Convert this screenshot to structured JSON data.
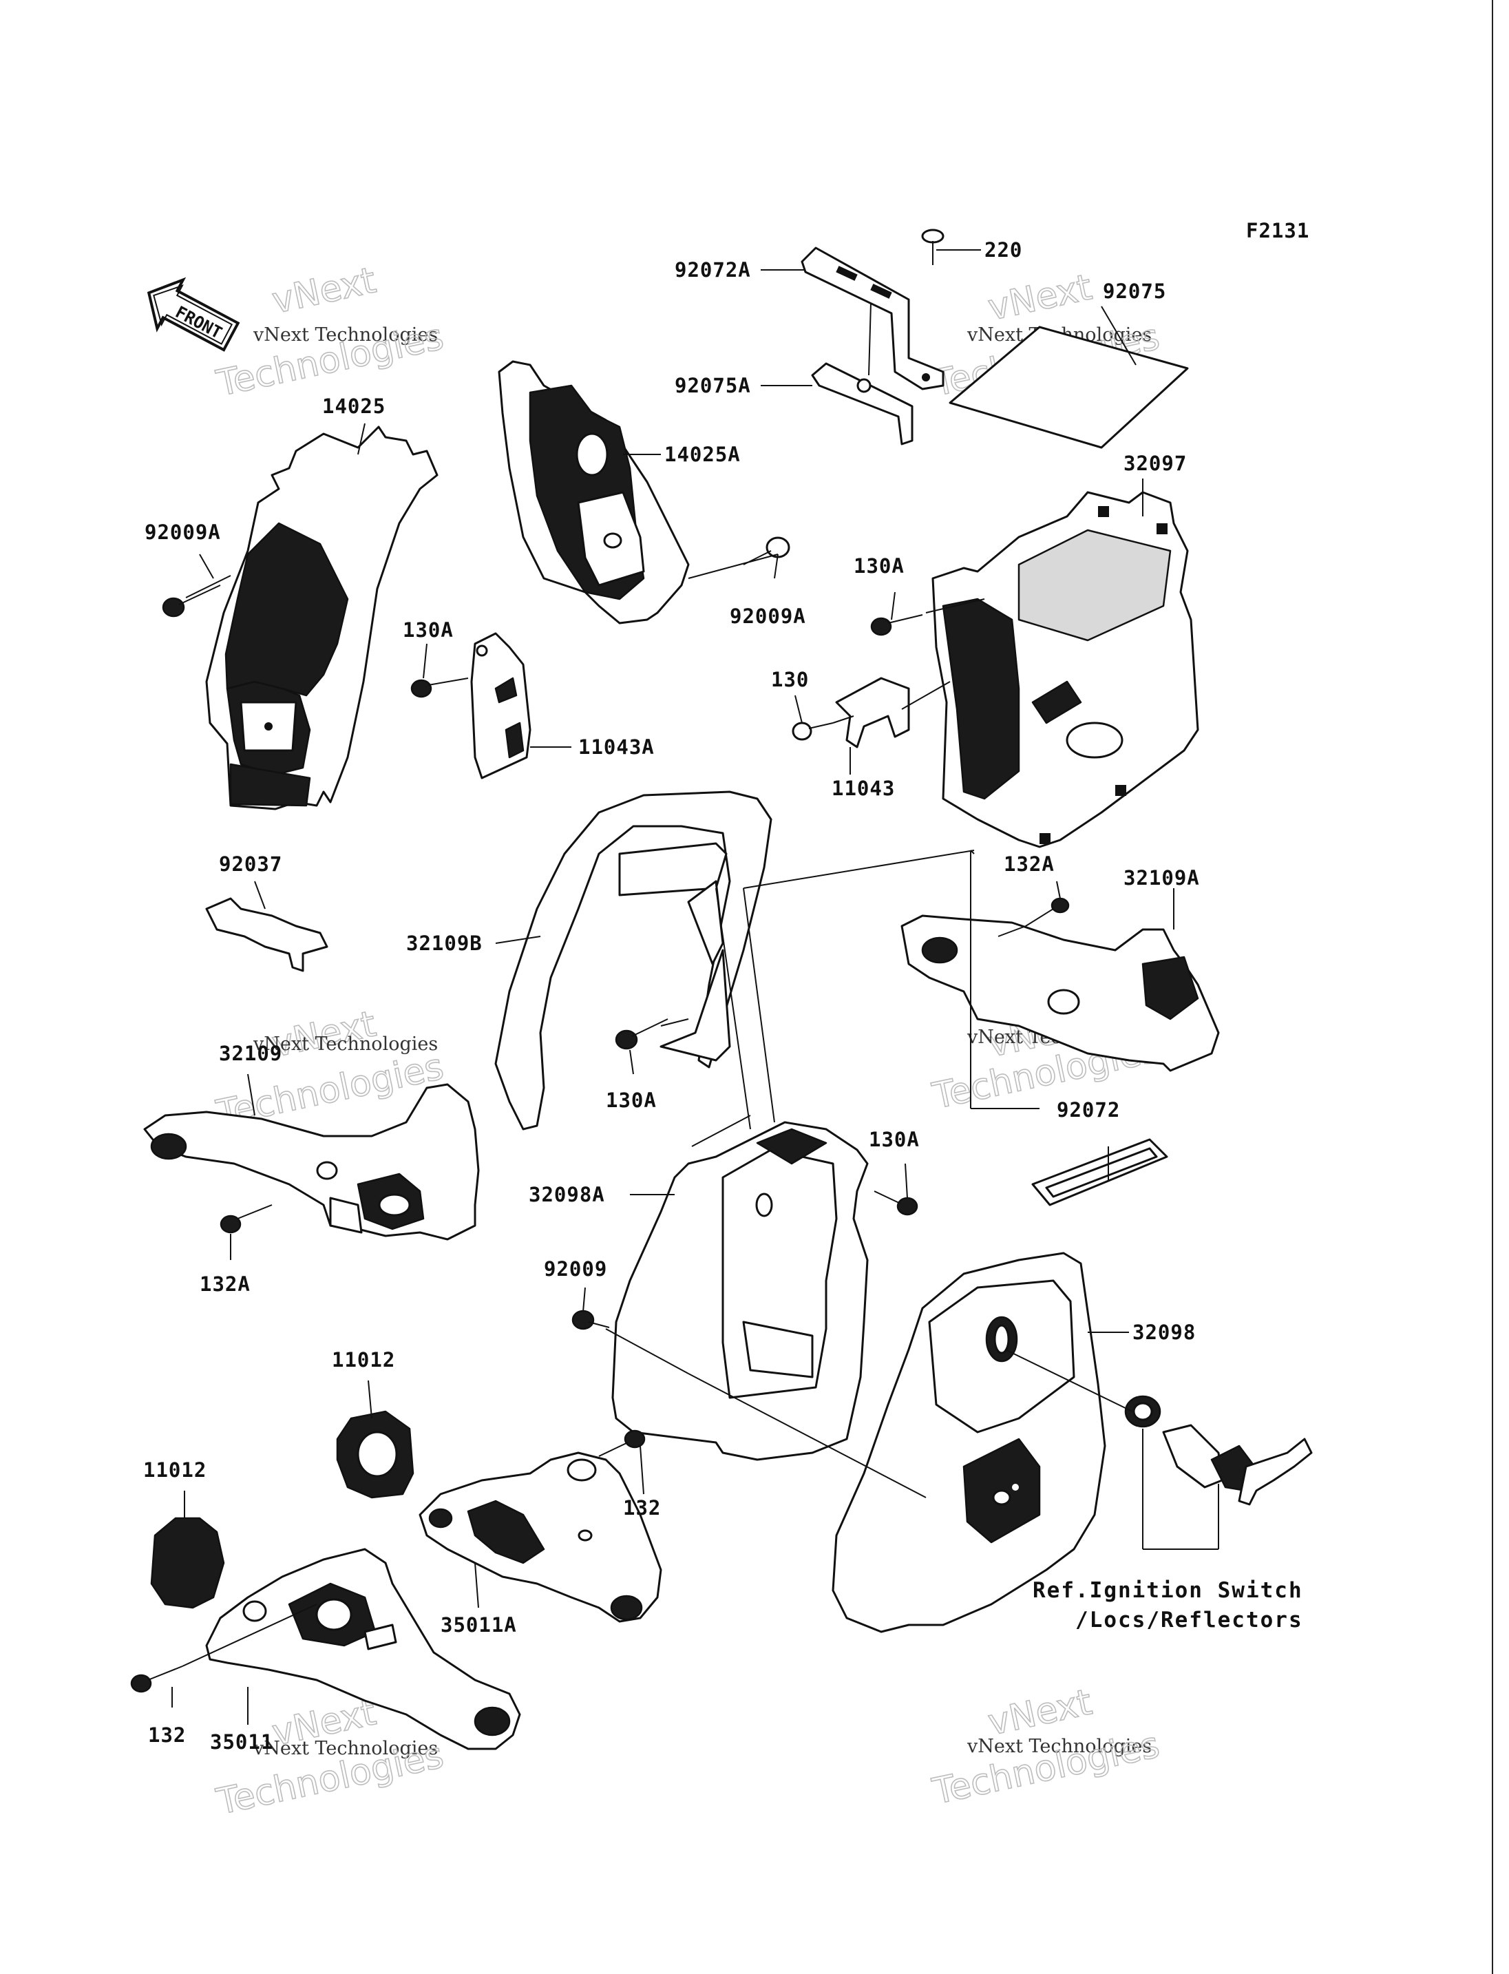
{
  "figure_code": "F2131",
  "front_label": "FRONT",
  "reference_note": {
    "line1": "Ref.Ignition Switch",
    "line2": "/Locs/Reflectors"
  },
  "watermark": {
    "brand": "vNext",
    "company": "vNext Technologies",
    "word": "Technologies"
  },
  "part_labels": [
    "220",
    "92072A",
    "92075",
    "92075A",
    "14025",
    "14025A",
    "32097",
    "92009A",
    "92009A",
    "130A",
    "130A",
    "130",
    "11043A",
    "11043",
    "92037",
    "32109B",
    "132A",
    "32109A",
    "32109",
    "130A",
    "92072",
    "130A",
    "32098A",
    "132A",
    "92009",
    "32098",
    "11012",
    "11012",
    "132",
    "35011A",
    "132",
    "35011"
  ]
}
